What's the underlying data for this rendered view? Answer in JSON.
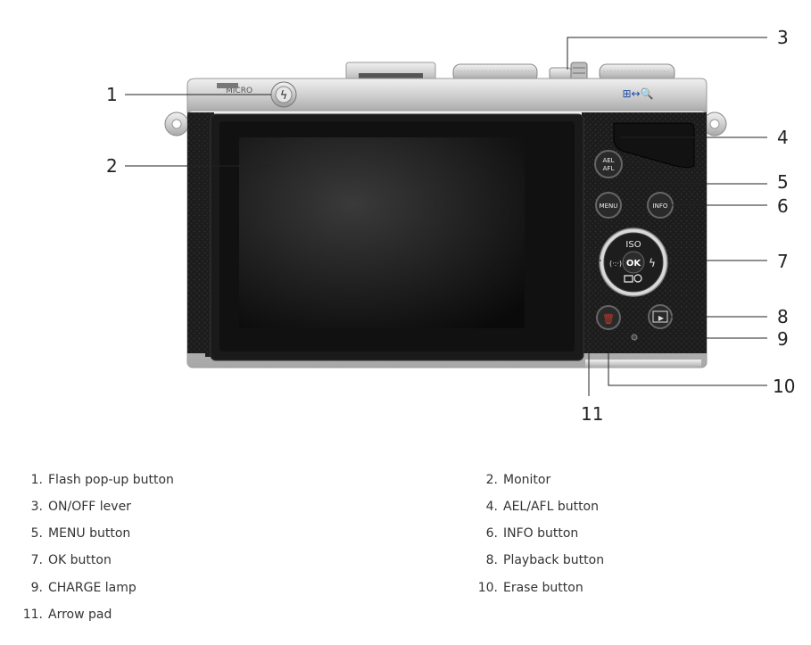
{
  "colors": {
    "body_silver": "#d3d3d3",
    "leather": "#1f1f1f",
    "monitor": "#0e0e0e",
    "erase_red": "#c0392b",
    "accent_blue": "#1f4fa8"
  },
  "camera": {
    "logo_text": "MICRO",
    "mode_label": "⊞↔🔍",
    "ael_label": "AEL",
    "afl_label": "AFL",
    "menu_label": "MENU",
    "info_label": "INFO",
    "iso_label": "ISO",
    "ok_label": "OK",
    "af_label": "(·:·)",
    "flash_glyph": "ϟ",
    "play_glyph": "▶",
    "trash_glyph": "🗑"
  },
  "callouts": [
    "1",
    "2",
    "3",
    "4",
    "5",
    "6",
    "7",
    "8",
    "9",
    "10",
    "11"
  ],
  "legend": [
    {
      "num": "1.",
      "label": "Flash pop-up button"
    },
    {
      "num": "2.",
      "label": "Monitor"
    },
    {
      "num": "3.",
      "label": "ON/OFF lever"
    },
    {
      "num": "4.",
      "label": "AEL/AFL button"
    },
    {
      "num": "5.",
      "label": "MENU button"
    },
    {
      "num": "6.",
      "label": "INFO button"
    },
    {
      "num": "7.",
      "label": "OK button"
    },
    {
      "num": "8.",
      "label": "Playback button"
    },
    {
      "num": "9.",
      "label": "CHARGE lamp"
    },
    {
      "num": "10.",
      "label": "Erase button"
    },
    {
      "num": "11.",
      "label": "Arrow pad"
    }
  ]
}
